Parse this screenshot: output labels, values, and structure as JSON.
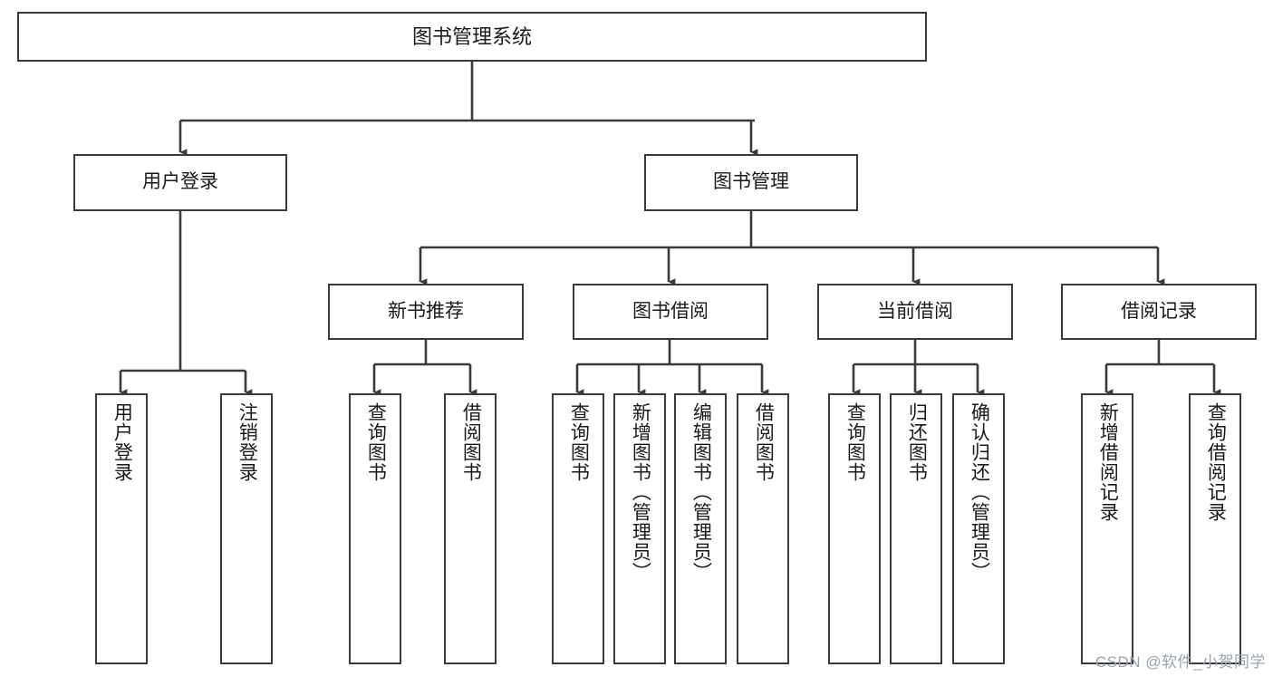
{
  "diagram": {
    "type": "tree-hierarchy-chart",
    "title": "图书管理系统",
    "line_color": "#3a3a3a",
    "box_fill": "#ffffff",
    "text_color": "#1a1a1a",
    "levels": [
      {
        "level": 1,
        "nodes": [
          {
            "id": "root",
            "label": "图书管理系统",
            "orientation": "horizontal"
          }
        ]
      },
      {
        "level": 2,
        "nodes": [
          {
            "id": "login",
            "label": "用户登录",
            "orientation": "horizontal",
            "parent": "root"
          },
          {
            "id": "bookmgmt",
            "label": "图书管理",
            "orientation": "horizontal",
            "parent": "root"
          }
        ]
      },
      {
        "level": 3,
        "nodes": [
          {
            "id": "newbook",
            "label": "新书推荐",
            "orientation": "horizontal",
            "parent": "bookmgmt"
          },
          {
            "id": "borrow",
            "label": "图书借阅",
            "orientation": "horizontal",
            "parent": "bookmgmt"
          },
          {
            "id": "current",
            "label": "当前借阅",
            "orientation": "horizontal",
            "parent": "bookmgmt"
          },
          {
            "id": "records",
            "label": "借阅记录",
            "orientation": "horizontal",
            "parent": "bookmgmt"
          }
        ]
      },
      {
        "level": 4,
        "nodes": [
          {
            "id": "leaf1",
            "label": "用户登录",
            "orientation": "vertical",
            "parent": "login"
          },
          {
            "id": "leaf2",
            "label": "注销登录",
            "orientation": "vertical",
            "parent": "login"
          },
          {
            "id": "leaf3",
            "label": "查询图书",
            "orientation": "vertical",
            "parent": "newbook"
          },
          {
            "id": "leaf4",
            "label": "借阅图书",
            "orientation": "vertical",
            "parent": "newbook"
          },
          {
            "id": "leaf5",
            "label": "查询图书",
            "orientation": "vertical",
            "parent": "borrow"
          },
          {
            "id": "leaf6",
            "label": "新增图书（管理员）",
            "orientation": "vertical",
            "parent": "borrow"
          },
          {
            "id": "leaf7",
            "label": "编辑图书（管理员）",
            "orientation": "vertical",
            "parent": "borrow"
          },
          {
            "id": "leaf8",
            "label": "借阅图书",
            "orientation": "vertical",
            "parent": "borrow"
          },
          {
            "id": "leaf9",
            "label": "查询图书",
            "orientation": "vertical",
            "parent": "current"
          },
          {
            "id": "leaf10",
            "label": "归还图书",
            "orientation": "vertical",
            "parent": "current"
          },
          {
            "id": "leaf11",
            "label": "确认归还（管理员）",
            "orientation": "vertical",
            "parent": "current"
          },
          {
            "id": "leaf12",
            "label": "新增借阅记录",
            "orientation": "vertical",
            "parent": "records"
          },
          {
            "id": "leaf13",
            "label": "查询借阅记录",
            "orientation": "vertical",
            "parent": "records"
          }
        ]
      }
    ]
  },
  "watermark": {
    "text": "CSDN @软件_小贺同学"
  }
}
